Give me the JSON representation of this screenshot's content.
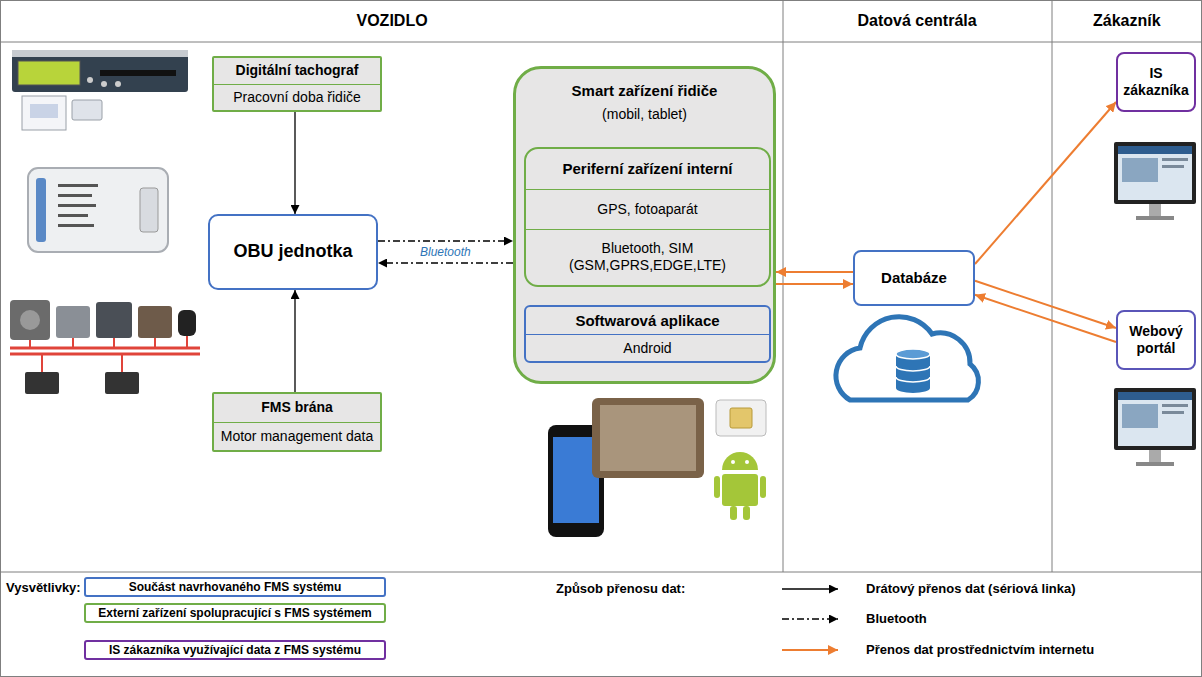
{
  "diagram": {
    "nodes": [
      {
        "text": [
          "Digitální tachograf",
          "Pracovní doba řidiče"
        ]
      },
      {
        "text": [
          "OBU jednotka"
        ]
      },
      {
        "text": [
          "FMS brána",
          "Motor management data"
        ]
      },
      {
        "text": [
          "Smart zařízení řidiče",
          "(mobil, tablet)"
        ]
      },
      {
        "text": [
          "Periferní zařízení interní",
          "GPS, fotoaparát",
          "Bluetooth, SIM (GSM,GPRS,EDGE,LTE)"
        ],
        "in": 3
      },
      {
        "text": [
          "Softwarová aplikace",
          "Android"
        ],
        "in": 3
      },
      {
        "text": [
          "Databáze"
        ]
      },
      {
        "text": [
          "IS zákazníka"
        ]
      },
      {
        "text": [
          "Webový portál"
        ]
      }
    ],
    "edges": [
      {
        "from": 0,
        "to": 1,
        "arrow": "to"
      },
      {
        "from": 2,
        "to": 1,
        "arrow": "to"
      },
      {
        "from": 1,
        "to": 3,
        "arrow": "to",
        "label": "Bluetooth"
      },
      {
        "from": 3,
        "to": 1,
        "arrow": "to"
      },
      {
        "from": 6,
        "to": 3,
        "arrow": "to"
      },
      {
        "from": 3,
        "to": 6,
        "arrow": "to"
      },
      {
        "from": 6,
        "to": 7,
        "arrow": "to"
      },
      {
        "from": 6,
        "to": 8,
        "arrow": "to"
      },
      {
        "from": 8,
        "to": 6,
        "arrow": "to"
      }
    ],
    "labels": [
      "VOZIDLO",
      "Datová centrála",
      "Zákazník",
      "Vysvětlivky:",
      "Způsob přenosu dat:"
    ],
    "legend": [
      {
        "text": "Součást navrhovaného FMS systému",
        "color": "#4472c4"
      },
      {
        "text": "Externí zařízení spolupracující s FMS systémem",
        "color": "#70ad47"
      },
      {
        "text": "IS zákazníka využívající data z FMS systému",
        "color": "#7030a0"
      },
      {
        "text": "Drátový přenos dat (sériová linka)"
      },
      {
        "text": "Bluetooth"
      },
      {
        "text": "Přenos dat prostřednictvím internetu"
      }
    ]
  }
}
